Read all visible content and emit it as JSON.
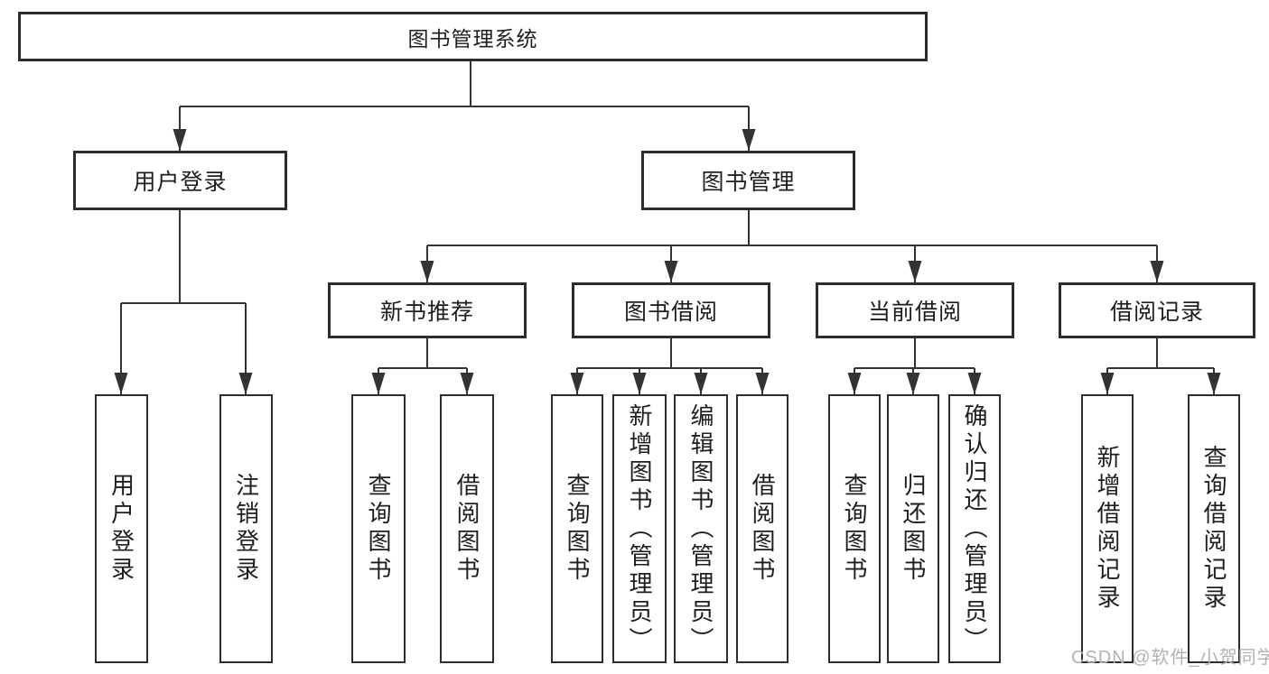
{
  "nodes": {
    "root": {
      "label": "图书管理系统"
    },
    "level2": [
      {
        "label": "用户登录"
      },
      {
        "label": "图书管理"
      }
    ],
    "level3": [
      {
        "label": "新书推荐"
      },
      {
        "label": "图书借阅"
      },
      {
        "label": "当前借阅"
      },
      {
        "label": "借阅记录"
      }
    ],
    "leaves": [
      {
        "label": "用户登录"
      },
      {
        "label": "注销登录"
      },
      {
        "label": "查询图书"
      },
      {
        "label": "借阅图书"
      },
      {
        "label": "查询图书"
      },
      {
        "label": "新增图书（管理员）"
      },
      {
        "label": "编辑图书（管理员）"
      },
      {
        "label": "借阅图书"
      },
      {
        "label": "查询图书"
      },
      {
        "label": "归还图书"
      },
      {
        "label": "确认归还（管理员）"
      },
      {
        "label": "新增借阅记录"
      },
      {
        "label": "查询借阅记录"
      }
    ]
  },
  "watermark": {
    "text": "CSDN @软件_小贺同学"
  },
  "colors": {
    "line": "#333333",
    "border": "#2d2d2d",
    "text": "#1e1e1e",
    "watermark": "#b2b2b2",
    "background": "#ffffff"
  }
}
